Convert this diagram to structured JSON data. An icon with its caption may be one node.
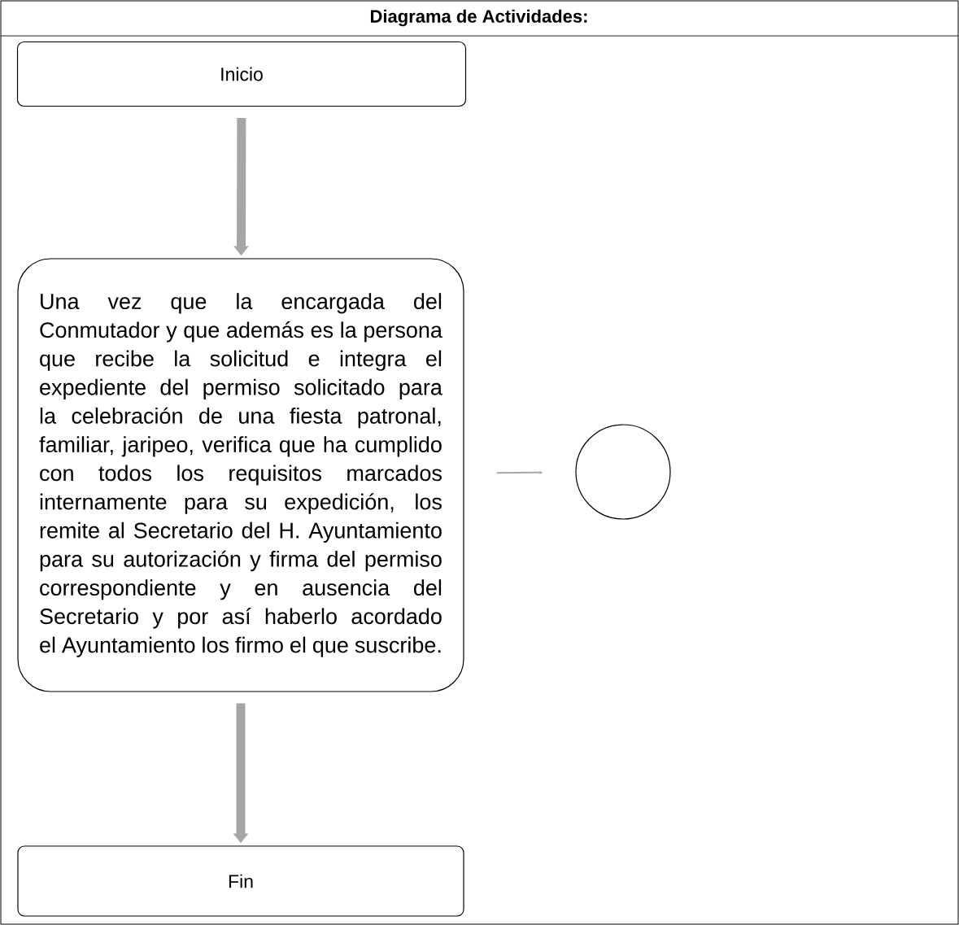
{
  "diagram": {
    "title": "Diagrama de Actividades:",
    "nodes": [
      {
        "text": [
          "Inicio"
        ]
      },
      {
        "text": [
          "Una vez que la encargada del Conmutador y que además es la persona que recibe la solicitud e integra el expediente del permiso solicitado para la celebración de una fiesta patronal, familiar, jaripeo, verifica que ha cumplido con todos los requisitos marcados internamente para su expedición, los remite al Secretario del H. Ayuntamiento para su autorización y firma del permiso correspondiente y en ausencia del Secretario y por así haberlo acordado el Ayuntamiento los firmo el que suscribe."
        ]
      },
      {
        "text": [],
        "shape": "circle"
      },
      {
        "text": [
          "Fin"
        ]
      }
    ],
    "edges": [
      {
        "from": 0,
        "to": 1,
        "arrow": "to"
      },
      {
        "from": 1,
        "to": 2,
        "arrow": "to"
      },
      {
        "from": 1,
        "to": 3,
        "arrow": "to"
      }
    ]
  }
}
